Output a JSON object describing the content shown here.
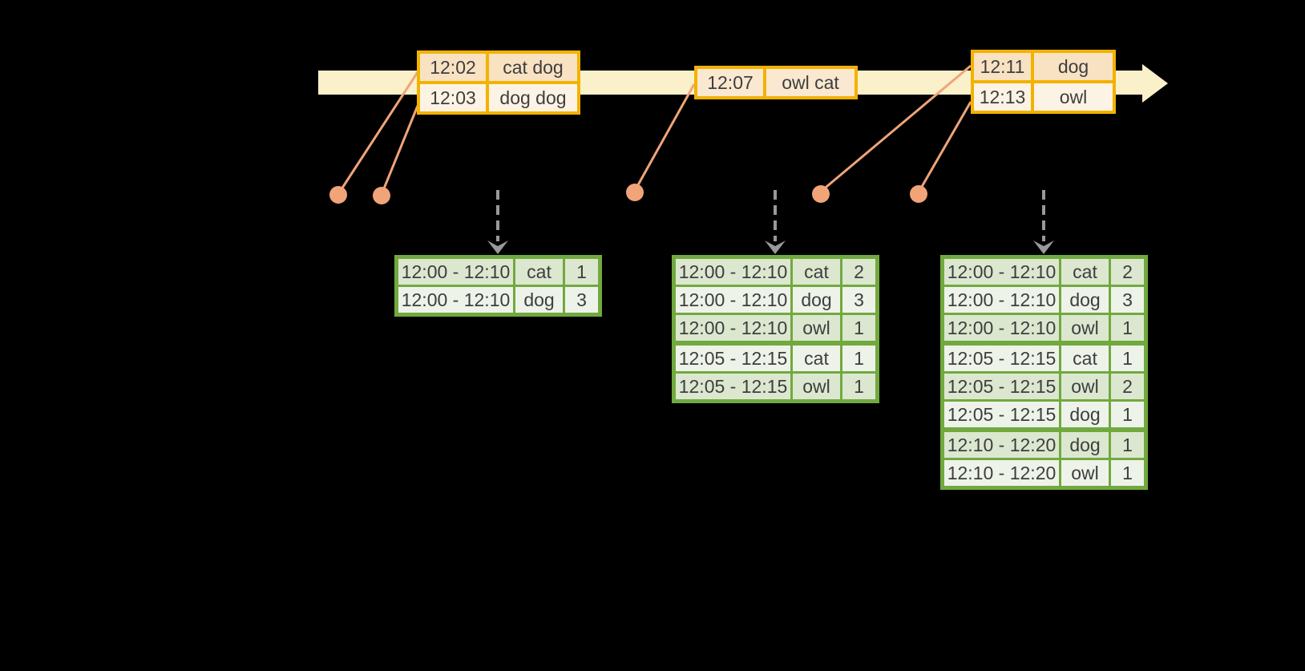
{
  "colors": {
    "background": "#000000",
    "timeline_band": "#FAF0CA",
    "event_table_border": "#F2B200",
    "event_row_dark": "#F9E2C2",
    "event_row_light": "#FDF3E4",
    "event_row_mid": "#FAE8D0",
    "connector": "#F0A478",
    "dashed_arrow": "#999999",
    "result_table_border": "#72A93F",
    "result_row_dark": "#DCE7D0",
    "result_row_light": "#EEF3EA",
    "text": "#3E3E3E"
  },
  "icons": {
    "timeline_arrow": "arrow-right-icon",
    "trigger_arrow": "arrow-down-dashed-icon",
    "event_marker": "dot-icon"
  },
  "event_tables": [
    {
      "rows": [
        {
          "time": "12:02",
          "words": "cat dog"
        },
        {
          "time": "12:03",
          "words": "dog dog"
        }
      ]
    },
    {
      "rows": [
        {
          "time": "12:07",
          "words": "owl cat"
        }
      ]
    },
    {
      "rows": [
        {
          "time": "12:11",
          "words": "dog"
        },
        {
          "time": "12:13",
          "words": "owl"
        }
      ]
    }
  ],
  "result_tables": [
    {
      "rows": [
        {
          "window": "12:00 - 12:10",
          "animal": "cat",
          "count": 1
        },
        {
          "window": "12:00 - 12:10",
          "animal": "dog",
          "count": 3
        }
      ]
    },
    {
      "rows": [
        {
          "window": "12:00 - 12:10",
          "animal": "cat",
          "count": 2
        },
        {
          "window": "12:00 - 12:10",
          "animal": "dog",
          "count": 3
        },
        {
          "window": "12:00 - 12:10",
          "animal": "owl",
          "count": 1
        },
        {
          "window": "12:05 - 12:15",
          "animal": "cat",
          "count": 1
        },
        {
          "window": "12:05 - 12:15",
          "animal": "owl",
          "count": 1
        }
      ]
    },
    {
      "rows": [
        {
          "window": "12:00 - 12:10",
          "animal": "cat",
          "count": 2
        },
        {
          "window": "12:00 - 12:10",
          "animal": "dog",
          "count": 3
        },
        {
          "window": "12:00 - 12:10",
          "animal": "owl",
          "count": 1
        },
        {
          "window": "12:05 - 12:15",
          "animal": "cat",
          "count": 1
        },
        {
          "window": "12:05 - 12:15",
          "animal": "owl",
          "count": 2
        },
        {
          "window": "12:05 - 12:15",
          "animal": "dog",
          "count": 1
        },
        {
          "window": "12:10 - 12:20",
          "animal": "dog",
          "count": 1
        },
        {
          "window": "12:10 - 12:20",
          "animal": "owl",
          "count": 1
        }
      ]
    }
  ]
}
